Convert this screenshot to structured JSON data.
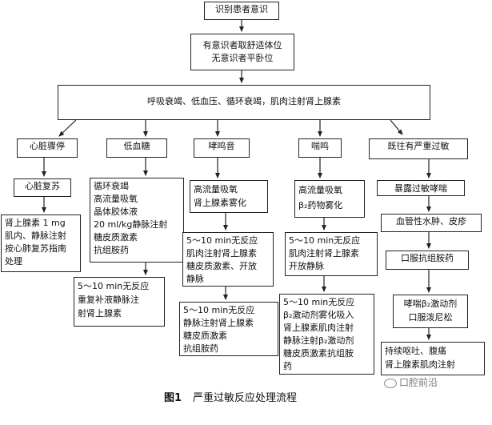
{
  "nodes": {
    "identify": "识别患者意识",
    "position": "有意识者取舒适体位\n无意识者平卧位",
    "main": "呼吸衰竭、低血压、循环衰竭，肌肉注射肾上腺素",
    "cardiac_arrest": "心脏骤停",
    "hypotension": "低血糖",
    "stridor": "哮鸣音",
    "wheeze": "喘鸣",
    "history": "既往有严重过敏",
    "cpr": "心脏复苏",
    "cpr_detail": "肾上腺素 1 mg\n肌内、静脉注射\n按心肺复苏指南\n处理",
    "hypo_detail": "循环衰竭\n高流量吸氧\n晶体胶体液\n20 ml/kg静脉注射\n糖皮质激素\n抗组胺药",
    "hypo_followup": "5～10 min无反应\n重复补液静脉注\n射肾上腺素",
    "stridor_detail": "高流量吸氧\n肾上腺素雾化",
    "stridor_followup1": "5～10 min无反应\n肌肉注射肾上腺素\n糖皮质激素、开放\n静脉",
    "stridor_followup2": "5～10 min无反应\n静脉注射肾上腺素\n糖皮质激素\n抗组胺药",
    "wheeze_detail": "高流量吸氧\nβ₂药物雾化",
    "wheeze_followup1": "5～10 min无反应\n肌肉注射肾上腺素\n开放静脉",
    "wheeze_followup2": "5～10 min无反应\nβ₂激动剂雾化吸入\n肾上腺素肌肉注射\n静脉注射β₂激动剂\n糖皮质激素抗组胺\n药",
    "history_1": "暴露过敏哮喘",
    "history_2": "血管性水肿、皮疹",
    "history_3": "口服抗组胺药",
    "history_4": "哮喘β₂激动剂\n口服泼尼松",
    "history_5": "持续呕吐、腹痛\n肾上腺素肌肉注射"
  },
  "caption": {
    "label": "图1",
    "text": "严重过敏反应处理流程"
  },
  "watermark": "口腔前沿"
}
